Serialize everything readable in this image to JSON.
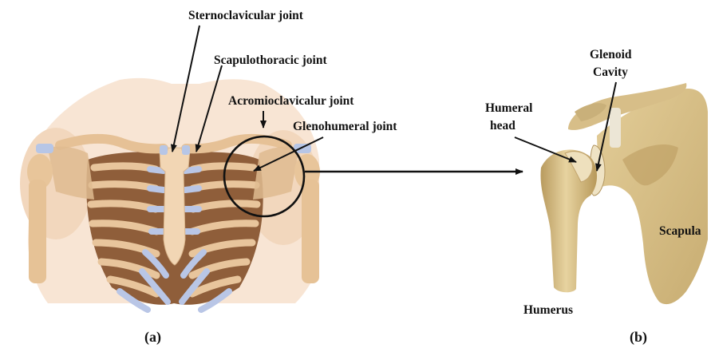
{
  "panel_a": {
    "caption": "(a)",
    "labels": {
      "sternoclavicular": "Sternoclavicular joint",
      "scapulothoracic": "Scapulothoracic joint",
      "acromioclavicular": "Acromioclavicalur joint",
      "glenohumeral": "Glenohumeral joint"
    }
  },
  "panel_b": {
    "caption": "(b)",
    "labels": {
      "glenoid_line1": "Glenoid",
      "glenoid_line2": "Cavity",
      "humeral_head_line1": "Humeral",
      "humeral_head_line2": "head",
      "scapula": "Scapula",
      "humerus": "Humerus"
    }
  },
  "colors": {
    "bone": "#e9c9a0",
    "bone_shadow": "#c99d6c",
    "skin": "#f6ddc6",
    "cartilage": "#b7c6e6",
    "rib_gap": "#9c6b42",
    "scapula_bone": "#d8c08a",
    "scapula_dark": "#a98e55",
    "line": "#111111"
  }
}
